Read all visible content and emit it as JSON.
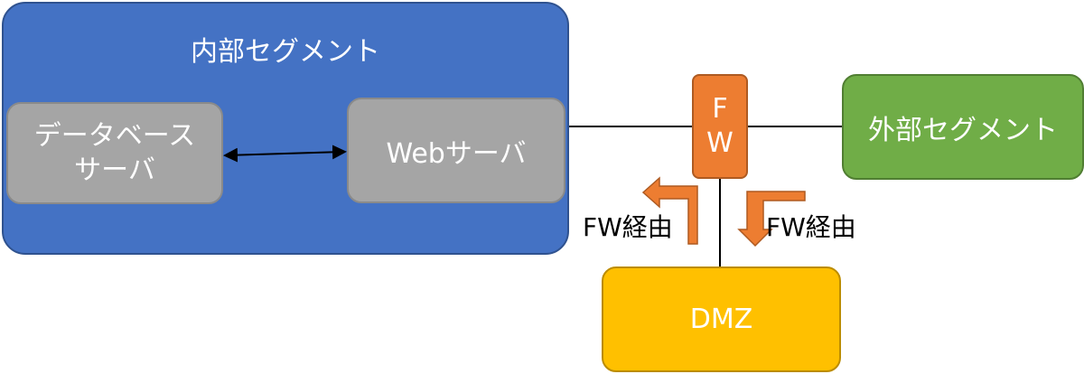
{
  "internal_segment": {
    "title": "内部セグメント"
  },
  "database_server": {
    "line1": "データベース",
    "line2": "サーバ"
  },
  "web_server": {
    "label": "Webサーバ"
  },
  "firewall": {
    "line1": "F",
    "line2": "W"
  },
  "external_segment": {
    "label": "外部セグメント"
  },
  "dmz": {
    "label": "DMZ"
  },
  "via_fw_left": {
    "label": "FW経由"
  },
  "via_fw_right": {
    "label": "FW経由"
  },
  "colors": {
    "internal": "#4472C4",
    "server": "#A5A5A5",
    "firewall": "#ED7D31",
    "external": "#70AD47",
    "dmz": "#FFC000"
  }
}
